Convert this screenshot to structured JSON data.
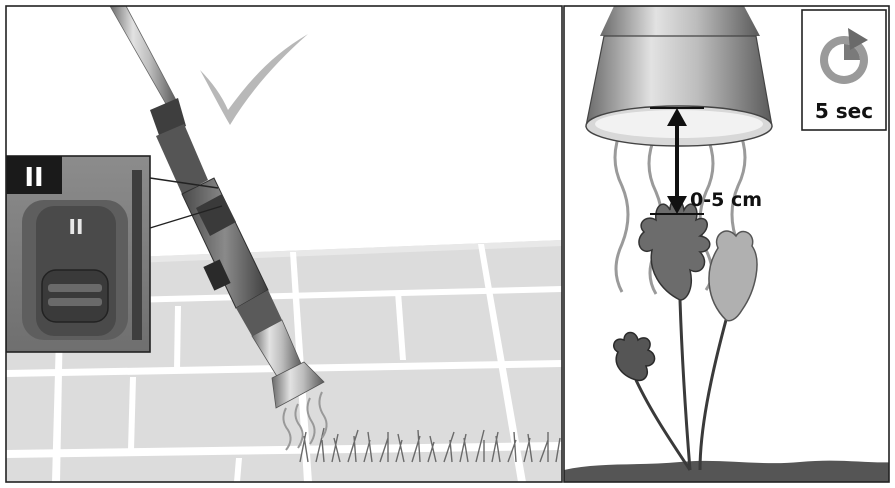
{
  "zoom_inset": {
    "step_badge": "II",
    "switch_label": "II"
  },
  "distance_label": "0-5 cm",
  "timer_label": "5 sec",
  "icons": {
    "check": "checkmark-icon",
    "timer": "timer-rotate-icon"
  },
  "colors": {
    "frame": "#222222",
    "pavement": "#dcdcdc",
    "tile_gap": "#ffffff",
    "soil": "#555555",
    "device_body": "#6e6e6e",
    "badge": "#1a1a1a"
  }
}
